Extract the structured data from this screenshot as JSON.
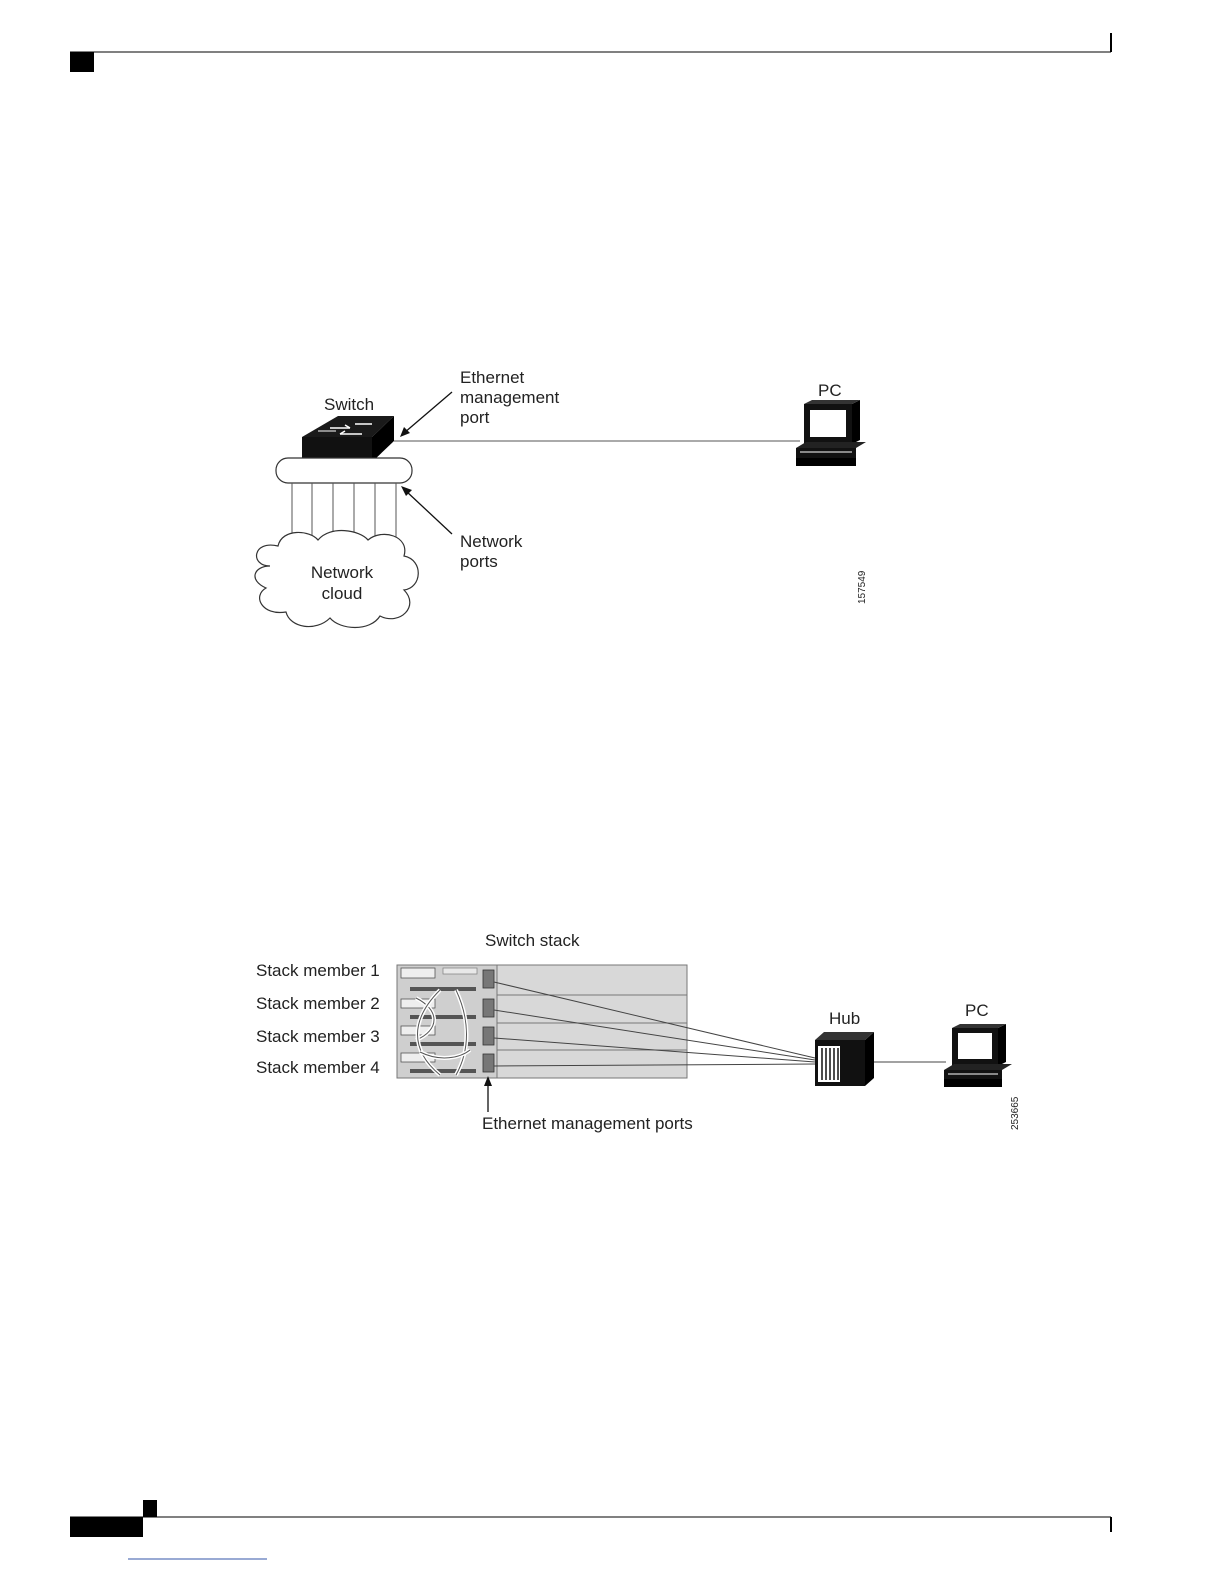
{
  "colors": {
    "line": "#1a1a1a",
    "panel": "#d9d9d9",
    "panel_border": "#7a7a7a"
  },
  "figure1": {
    "switch_label": "Switch",
    "eth_port_label_lines": [
      "Ethernet",
      "management",
      "port"
    ],
    "pc_label": "PC",
    "network_ports_label_lines": [
      "Network",
      "ports"
    ],
    "cloud_label_lines": [
      "Network",
      "cloud"
    ],
    "figure_id": "157549",
    "icons": [
      "switch-icon",
      "pc-icon",
      "cloud-icon"
    ]
  },
  "figure2": {
    "title": "Switch stack",
    "members": [
      "Stack member 1",
      "Stack member 2",
      "Stack member 3",
      "Stack member 4"
    ],
    "hub_label": "Hub",
    "pc_label": "PC",
    "eth_ports_label": "Ethernet management ports",
    "figure_id": "253665",
    "icons": [
      "hub-icon",
      "pc-icon"
    ]
  }
}
